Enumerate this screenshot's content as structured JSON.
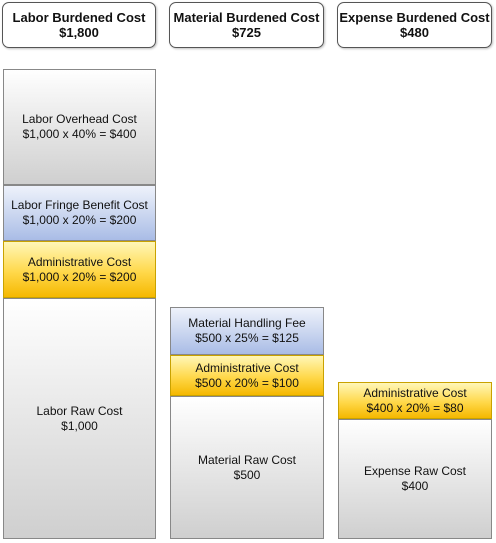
{
  "headers": {
    "labor": {
      "title": "Labor Burdened Cost",
      "value": "$1,800"
    },
    "material": {
      "title": "Material Burdened Cost",
      "value": "$725"
    },
    "expense": {
      "title": "Expense Burdened Cost",
      "value": "$480"
    }
  },
  "labor": {
    "overhead": {
      "title": "Labor Overhead Cost",
      "formula": "$1,000 x 40% = $400"
    },
    "fringe": {
      "title": "Labor Fringe Benefit Cost",
      "formula": "$1,000 x 20% = $200"
    },
    "admin": {
      "title": "Administrative Cost",
      "formula": "$1,000 x 20% = $200"
    },
    "raw": {
      "title": "Labor Raw Cost",
      "formula": "$1,000"
    }
  },
  "material": {
    "handling": {
      "title": "Material Handling Fee",
      "formula": "$500 x 25% = $125"
    },
    "admin": {
      "title": "Administrative Cost",
      "formula": "$500 x 20% = $100"
    },
    "raw": {
      "title": "Material Raw Cost",
      "formula": "$500"
    }
  },
  "expense": {
    "admin": {
      "title": "Administrative Cost",
      "formula": "$400 x 20% = $80"
    },
    "raw": {
      "title": "Expense Raw Cost",
      "formula": "$400"
    }
  }
}
